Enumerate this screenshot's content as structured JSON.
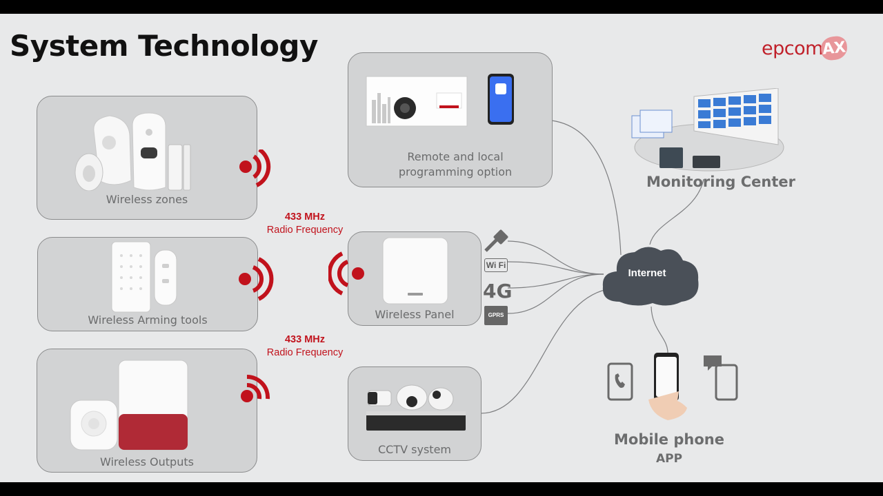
{
  "slide": {
    "title": "System Technology"
  },
  "logo": {
    "text": "epcom",
    "badge": "AX"
  },
  "groups": {
    "wireless_zones": {
      "label": "Wireless zones"
    },
    "arming_tools": {
      "label": "Wireless Arming tools"
    },
    "outputs": {
      "label": "Wireless Outputs"
    },
    "programming": {
      "label": "Remote and local programming option"
    },
    "panel": {
      "label": "Wireless Panel"
    },
    "cctv": {
      "label": "CCTV system"
    }
  },
  "rf_labels": [
    {
      "freq": "433 MHz",
      "desc": "Radio Frequency"
    },
    {
      "freq": "433 MHz",
      "desc": "Radio Frequency"
    }
  ],
  "network": {
    "internet": "Internet",
    "monitoring": "Monitoring Center",
    "mobile_title": "Mobile phone",
    "mobile_sub": "APP",
    "connectivity": [
      "ethernet-icon",
      "wifi-icon",
      "4g-icon",
      "gprs-icon"
    ],
    "four_g": "4G",
    "gprs": "GPRS",
    "wifi": "Wi Fi"
  },
  "colors": {
    "accent": "#c1121c",
    "brand": "#c0202a",
    "cloud": "#4a5058",
    "box": "#d2d3d4"
  }
}
